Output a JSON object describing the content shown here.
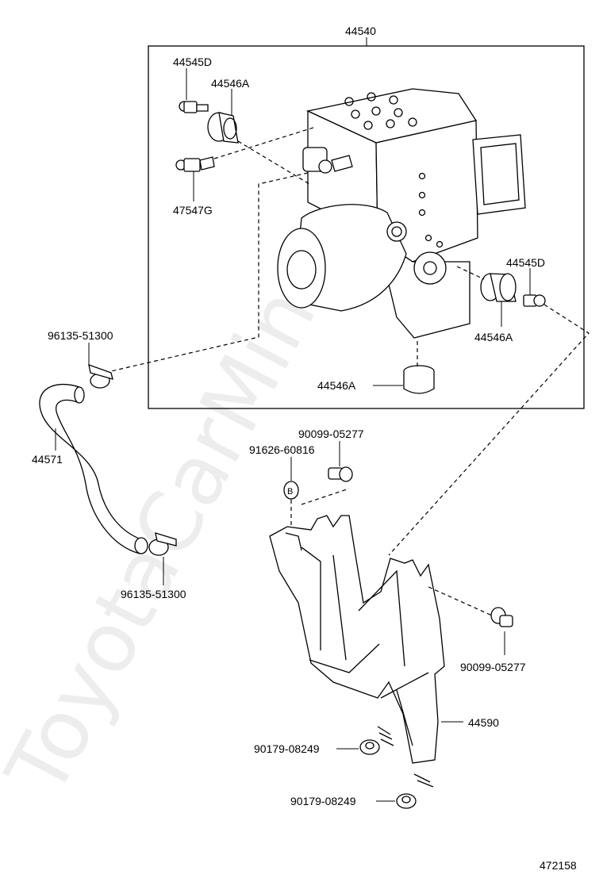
{
  "watermark": "ToyotaCarMine.ru",
  "diagram_number": "472158",
  "labels": {
    "assembly": "44540",
    "plug_d_top": "44545D",
    "cushion_a_top": "44546A",
    "union_bolt": "47547G",
    "plug_d_right": "44545D",
    "cushion_a_right": "44546A",
    "cushion_a_bottom": "44546A",
    "clamp_top": "96135-51300",
    "hose": "44571",
    "clamp_bottom": "96135-51300",
    "grommet": "91626-60816",
    "bolt_top": "90099-05277",
    "bolt_right": "90099-05277",
    "bracket": "44590",
    "nut_upper": "90179-08249",
    "nut_lower": "90179-08249"
  },
  "markers": {
    "grommet_letter": "B"
  }
}
